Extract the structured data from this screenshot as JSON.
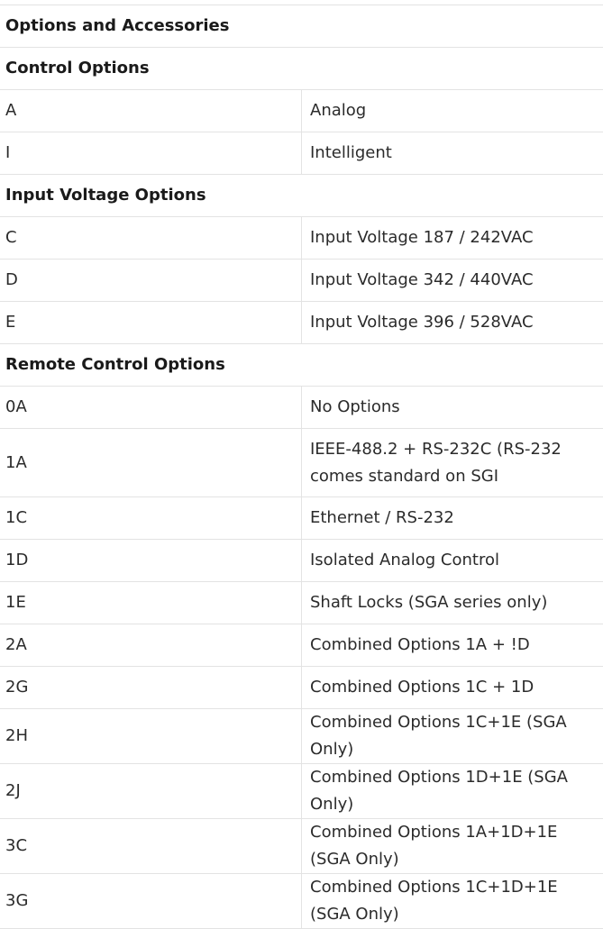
{
  "table": {
    "title": "Options and Accessories",
    "sections": [
      {
        "heading": "Control Options",
        "rows": [
          {
            "code": "A",
            "description": "Analog"
          },
          {
            "code": "I",
            "description": "Intelligent"
          }
        ]
      },
      {
        "heading": "Input Voltage Options",
        "rows": [
          {
            "code": "C",
            "description": "Input Voltage 187 / 242VAC"
          },
          {
            "code": "D",
            "description": "Input Voltage 342 / 440VAC"
          },
          {
            "code": "E",
            "description": "Input Voltage 396 / 528VAC"
          }
        ]
      },
      {
        "heading": "Remote Control Options",
        "rows": [
          {
            "code": "0A",
            "description": "No Options"
          },
          {
            "code": "1A",
            "description": "IEEE-488.2 + RS-232C (RS-232 comes standard on SGI"
          },
          {
            "code": "1C",
            "description": "Ethernet / RS-232"
          },
          {
            "code": "1D",
            "description": "Isolated Analog Control"
          },
          {
            "code": "1E",
            "description": "Shaft Locks (SGA series only)"
          },
          {
            "code": "2A",
            "description": "Combined Options 1A + !D"
          },
          {
            "code": "2G",
            "description": "Combined Options 1C + 1D"
          },
          {
            "code": "2H",
            "description": "Combined Options 1C+1E (SGA Only)"
          },
          {
            "code": "2J",
            "description": "Combined Options 1D+1E (SGA Only)"
          },
          {
            "code": "3C",
            "description": "Combined Options 1A+1D+1E (SGA Only)"
          },
          {
            "code": "3G",
            "description": "Combined Options 1C+1D+1E (SGA Only)"
          }
        ]
      }
    ]
  }
}
